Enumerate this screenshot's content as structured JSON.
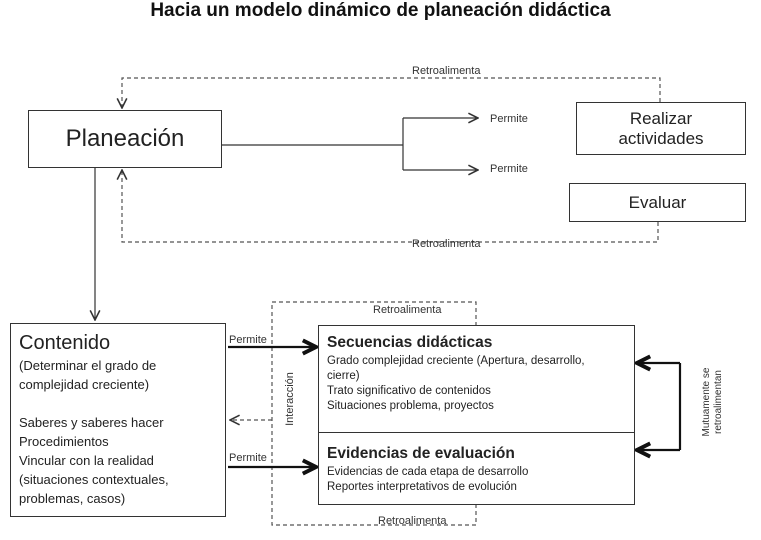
{
  "title": "Hacia un modelo dinámico de planeación didáctica",
  "planeacion": "Planeación",
  "realizar": "Realizar actividades",
  "evaluar": "Evaluar",
  "permite": "Permite",
  "retroalimenta": "Retroalimenta",
  "interaccion": "Interacción",
  "mutuamente": [
    "Mutuamente se",
    "retroalimentan"
  ],
  "contenido": {
    "title": "Contenido",
    "lines": [
      "(Determinar el grado  de",
      "complejidad creciente)",
      "",
      "Saberes y saberes hacer",
      "Procedimientos",
      "Vincular con la realidad",
      "(situaciones contextuales,",
      "problemas, casos)"
    ]
  },
  "secuencias": {
    "title": "Secuencias didácticas",
    "lines": [
      "Grado complejidad creciente (Apertura, desarrollo,",
      "cierre)",
      "Trato significativo de contenidos",
      "Situaciones problema, proyectos"
    ]
  },
  "evidencias": {
    "title": "Evidencias de evaluación",
    "lines": [
      "Evidencias de cada etapa de desarrollo",
      "Reportes interpretativos de evolución"
    ]
  }
}
